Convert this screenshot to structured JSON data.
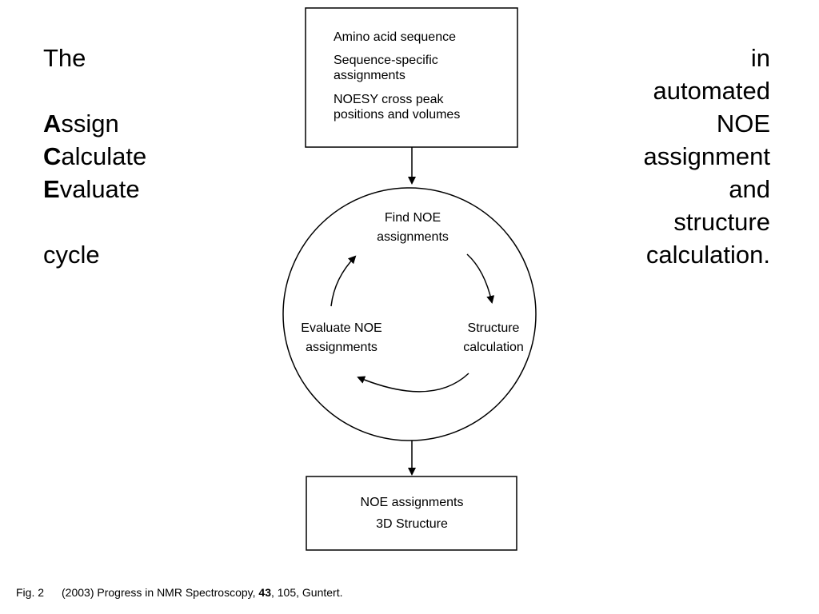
{
  "left_text": {
    "line1": "The",
    "assign_letter": "A",
    "assign_rest": "ssign",
    "calculate_letter": "C",
    "calculate_rest": "alculate",
    "evaluate_letter": "E",
    "evaluate_rest": "valuate",
    "line_last": "cycle"
  },
  "right_text": {
    "lines": [
      "in",
      "automated",
      "NOE",
      "assignment",
      "and",
      "structure",
      "calculation."
    ]
  },
  "diagram": {
    "input_box": {
      "line1": "Amino acid sequence",
      "line2a": "Sequence-specific",
      "line2b": "assignments",
      "line3a": "NOESY cross peak",
      "line3b": "positions and volumes"
    },
    "cycle": {
      "find_a": "Find NOE",
      "find_b": "assignments",
      "structure_a": "Structure",
      "structure_b": "calculation",
      "evaluate_a": "Evaluate NOE",
      "evaluate_b": "assignments"
    },
    "output_box": {
      "line1": "NOE assignments",
      "line2": "3D Structure"
    }
  },
  "caption": {
    "fig": "Fig. 2",
    "text_before": "(2003) Progress in NMR Spectroscopy, ",
    "volume": "43",
    "text_after": ", 105, Guntert."
  }
}
